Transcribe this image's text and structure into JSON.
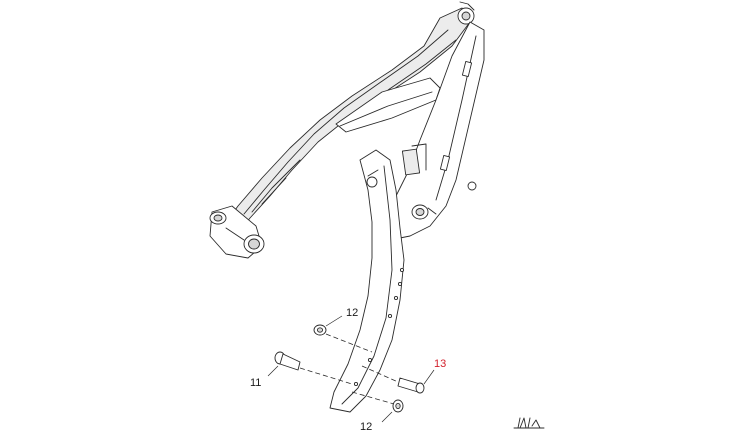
{
  "labels": {
    "callout_11": "11",
    "callout_12_top": "12",
    "callout_12_bottom": "12",
    "callout_13": "13"
  },
  "colors": {
    "line": "#2b2b2b",
    "highlight": "#d21f2b",
    "background": "#ffffff"
  },
  "icons": {
    "logo": "manufacturer-signature-logo"
  }
}
